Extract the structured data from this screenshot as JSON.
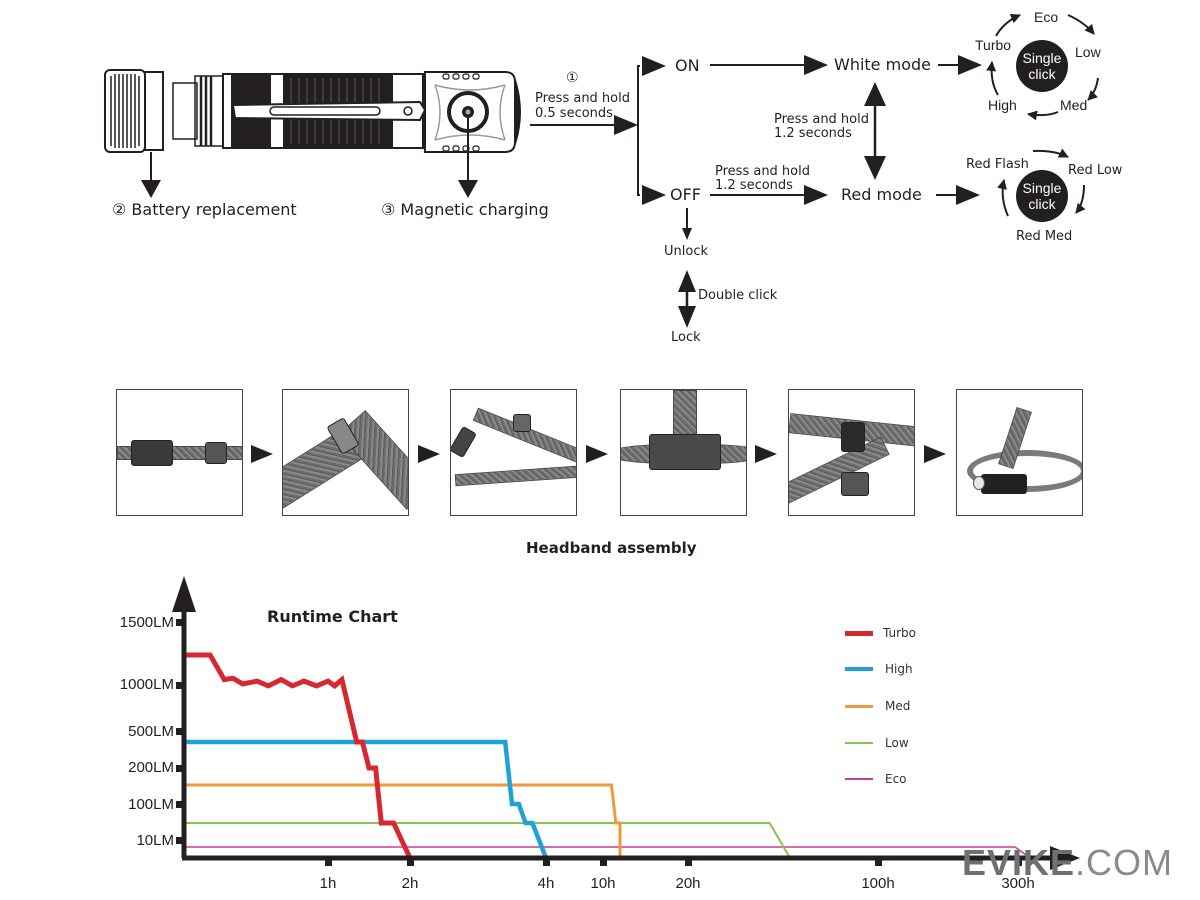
{
  "diagram": {
    "parts": {
      "step1_number": "①",
      "battery_label": "② Battery replacement",
      "charging_label": "③ Magnetic charging",
      "press_hold_05": [
        "Press and hold",
        "0.5 seconds"
      ]
    },
    "flow": {
      "on_label": "ON",
      "off_label": "OFF",
      "white_mode": "White mode",
      "red_mode": "Red mode",
      "switch_hint": [
        "Press and hold",
        "1.2 seconds"
      ],
      "off_to_red_hint": [
        "Press and hold",
        "1.2 seconds"
      ],
      "unlock_label": "Unlock",
      "lock_label": "Lock",
      "lock_hint": "Double click"
    },
    "white_cycle": {
      "center": [
        "Single",
        "click"
      ],
      "modes": [
        "Eco",
        "Low",
        "Med",
        "High",
        "Turbo"
      ]
    },
    "red_cycle": {
      "center": [
        "Single",
        "click"
      ],
      "modes": [
        "Red Flash",
        "Red Low",
        "Red Med"
      ]
    }
  },
  "headband": {
    "title": "Headband assembly",
    "steps": [
      "Strap with buckles",
      "Fold strap through buckle",
      "Attach side straps",
      "Attach top strap to rear buckle",
      "Thread strap through holder",
      "Assembled headlamp"
    ]
  },
  "watermark": {
    "bold": "EVIKE",
    "light": ".COM"
  },
  "chart_data": {
    "type": "line",
    "title": "Runtime Chart",
    "xlabel": "",
    "ylabel": "",
    "y_ticks": [
      "1500LM",
      "1000LM",
      "500LM",
      "200LM",
      "100LM",
      "10LM"
    ],
    "x_ticks": [
      "1h",
      "2h",
      "4h",
      "10h",
      "20h",
      "100h",
      "300h"
    ],
    "x_scale": "non-linear (categorical tick positions)",
    "y_scale": "non-linear (categorical tick positions)",
    "legend": {
      "placement": "right",
      "entries": [
        "Turbo",
        "High",
        "Med",
        "Low",
        "Eco"
      ]
    },
    "colors": {
      "Turbo": "#d7282f",
      "High": "#1ea3d8",
      "Med": "#ee9a3a",
      "Low": "#8dc04f",
      "Eco": "#c83d9b"
    },
    "series": [
      {
        "name": "Turbo",
        "points": [
          [
            0,
            1200
          ],
          [
            0.17,
            1200
          ],
          [
            0.27,
            1030
          ],
          [
            0.33,
            1040
          ],
          [
            0.4,
            1000
          ],
          [
            0.5,
            1020
          ],
          [
            0.58,
            980
          ],
          [
            0.67,
            1030
          ],
          [
            0.75,
            980
          ],
          [
            0.83,
            1020
          ],
          [
            0.92,
            980
          ],
          [
            1.0,
            1020
          ],
          [
            1.08,
            980
          ],
          [
            1.17,
            1030
          ],
          [
            1.35,
            400
          ],
          [
            1.42,
            400
          ],
          [
            1.5,
            200
          ],
          [
            1.58,
            200
          ],
          [
            1.65,
            30
          ],
          [
            1.8,
            30
          ],
          [
            2.0,
            0
          ]
        ]
      },
      {
        "name": "High",
        "points": [
          [
            0,
            400
          ],
          [
            3.4,
            400
          ],
          [
            3.5,
            100
          ],
          [
            3.6,
            100
          ],
          [
            3.7,
            30
          ],
          [
            3.8,
            30
          ],
          [
            4.0,
            0
          ]
        ]
      },
      {
        "name": "Med",
        "points": [
          [
            0,
            150
          ],
          [
            11,
            150
          ],
          [
            11.5,
            30
          ],
          [
            12,
            30
          ],
          [
            12,
            0
          ]
        ]
      },
      {
        "name": "Low",
        "points": [
          [
            0,
            30
          ],
          [
            40,
            30
          ],
          [
            45,
            0
          ]
        ]
      },
      {
        "name": "Eco",
        "points": [
          [
            0,
            8
          ],
          [
            300,
            8
          ],
          [
            330,
            0
          ]
        ]
      }
    ]
  }
}
